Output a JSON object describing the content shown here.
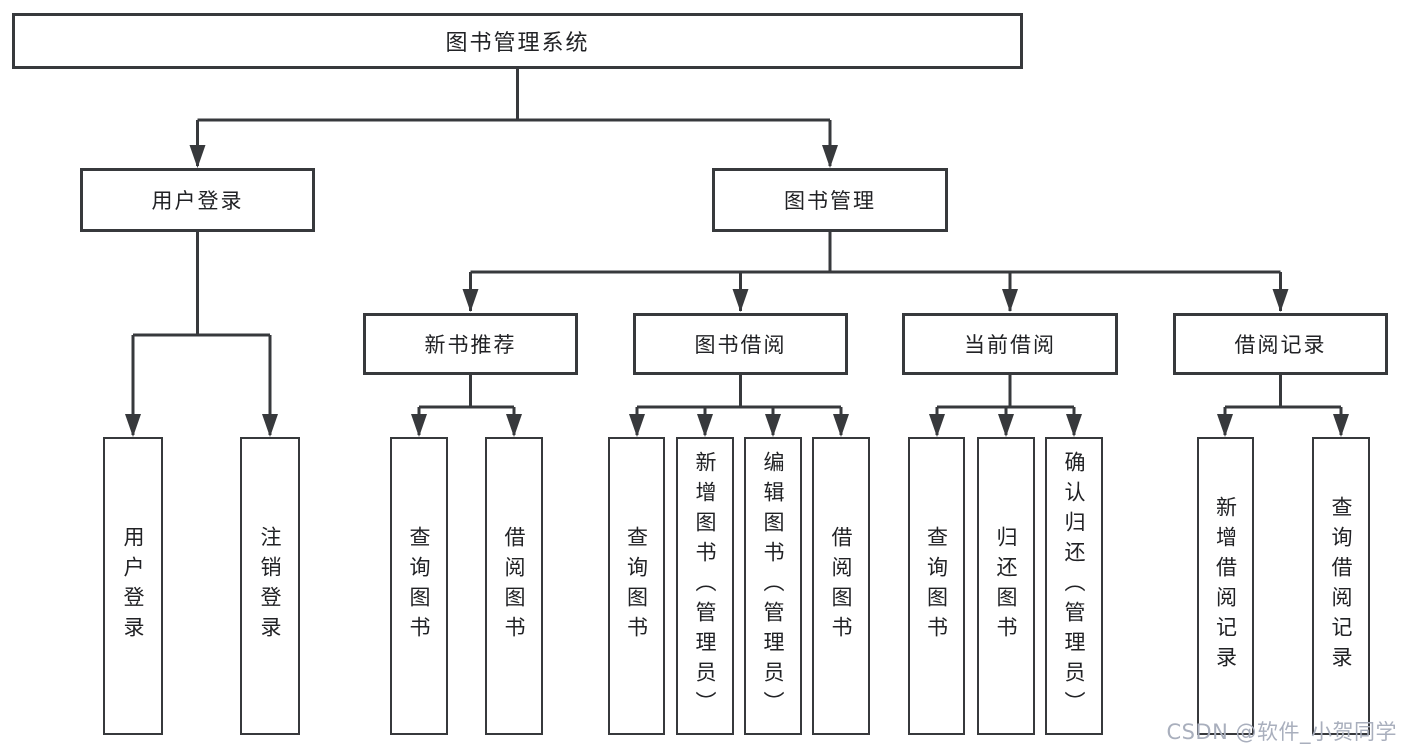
{
  "diagram": {
    "tree": {
      "label": "图书管理系统",
      "children": [
        {
          "label": "用户登录",
          "children": [
            {
              "label": "用户登录"
            },
            {
              "label": "注销登录"
            }
          ]
        },
        {
          "label": "图书管理",
          "children": [
            {
              "label": "新书推荐",
              "children": [
                {
                  "label": "查询图书"
                },
                {
                  "label": "借阅图书"
                }
              ]
            },
            {
              "label": "图书借阅",
              "children": [
                {
                  "label": "查询图书"
                },
                {
                  "label": "新增图书（管理员）"
                },
                {
                  "label": "编辑图书（管理员）"
                },
                {
                  "label": "借阅图书"
                }
              ]
            },
            {
              "label": "当前借阅",
              "children": [
                {
                  "label": "查询图书"
                },
                {
                  "label": "归还图书"
                },
                {
                  "label": "确认归还（管理员）"
                }
              ]
            },
            {
              "label": "借阅记录",
              "children": [
                {
                  "label": "新增借阅记录"
                },
                {
                  "label": "查询借阅记录"
                }
              ]
            }
          ]
        }
      ]
    },
    "colors": {
      "line": "#37393c",
      "box_border": "#37393c",
      "text": "#212225",
      "watermark": "#a9afbd",
      "background": "#ffffff"
    }
  },
  "watermark": {
    "text": "CSDN @软件_小贺同学"
  }
}
